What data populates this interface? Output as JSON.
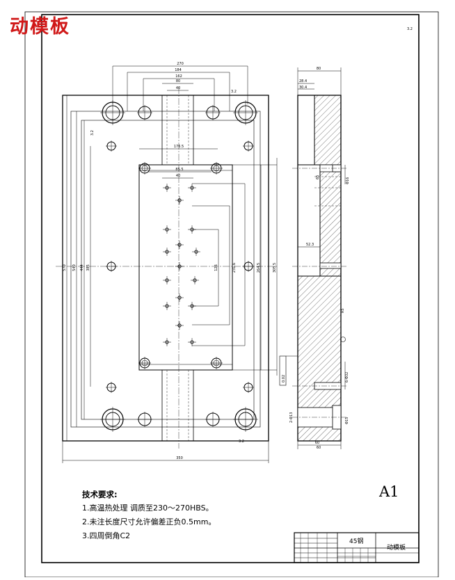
{
  "header": {
    "title": "动模板"
  },
  "sheet": {
    "size": "A1",
    "roughness": "3.2"
  },
  "notes": {
    "heading": "技术要求:",
    "items": [
      "1.高温热处理 调质至230～270HBS。",
      "2.未注长度尺寸允许偏差正负0.5mm。",
      "3.四周倒角C2"
    ]
  },
  "title_block": {
    "material": "45钢",
    "part_name": "动模板"
  },
  "front_view": {
    "dims_top": [
      "270",
      "184",
      "162",
      "80",
      "40",
      "176.5",
      "85.5",
      "40"
    ],
    "dims_left": [
      "570",
      "540",
      "444",
      "385"
    ],
    "dims_right": [
      "126",
      "231.6",
      "264.5",
      "305.5"
    ],
    "dim_bottom": "350",
    "surface_marks": [
      "3.2",
      "3.2",
      "3.2"
    ]
  },
  "side_view": {
    "dims_top": [
      "80",
      "28.4",
      "30.4"
    ],
    "dims": [
      "52.3",
      "65",
      "60",
      "60"
    ],
    "callouts": [
      "Φ16",
      "R5",
      "6-Φ32",
      "2-Φ13",
      "Φ15"
    ],
    "tolerance_box": "0.02"
  }
}
